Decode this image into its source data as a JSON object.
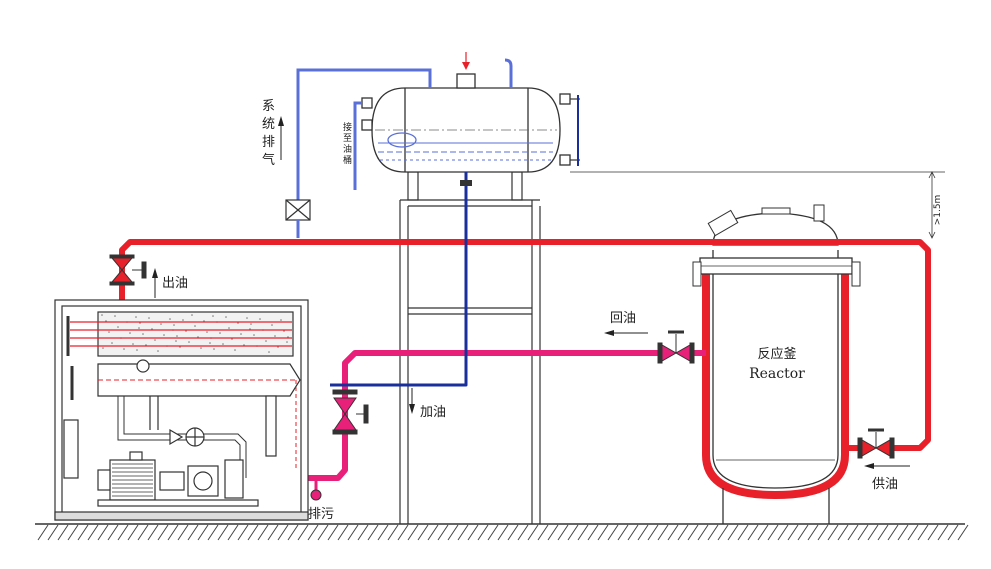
{
  "labels": {
    "system_vent": "系统排气",
    "to_drum": "接至油桶",
    "oil_out": "出油",
    "oil_return": "回油",
    "oil_fill": "加油",
    "drain": "排污",
    "oil_supply": "供油",
    "reactor_cn": "反应釜",
    "reactor_en": "Reactor",
    "height": ">1.5m"
  },
  "colors": {
    "hot_supply": "#e8202a",
    "return_line": "#e8207a",
    "fill_line": "#1a2f9c",
    "vent_line": "#5a6fd8",
    "outline": "#333333",
    "ground_hatch": "#444444"
  }
}
